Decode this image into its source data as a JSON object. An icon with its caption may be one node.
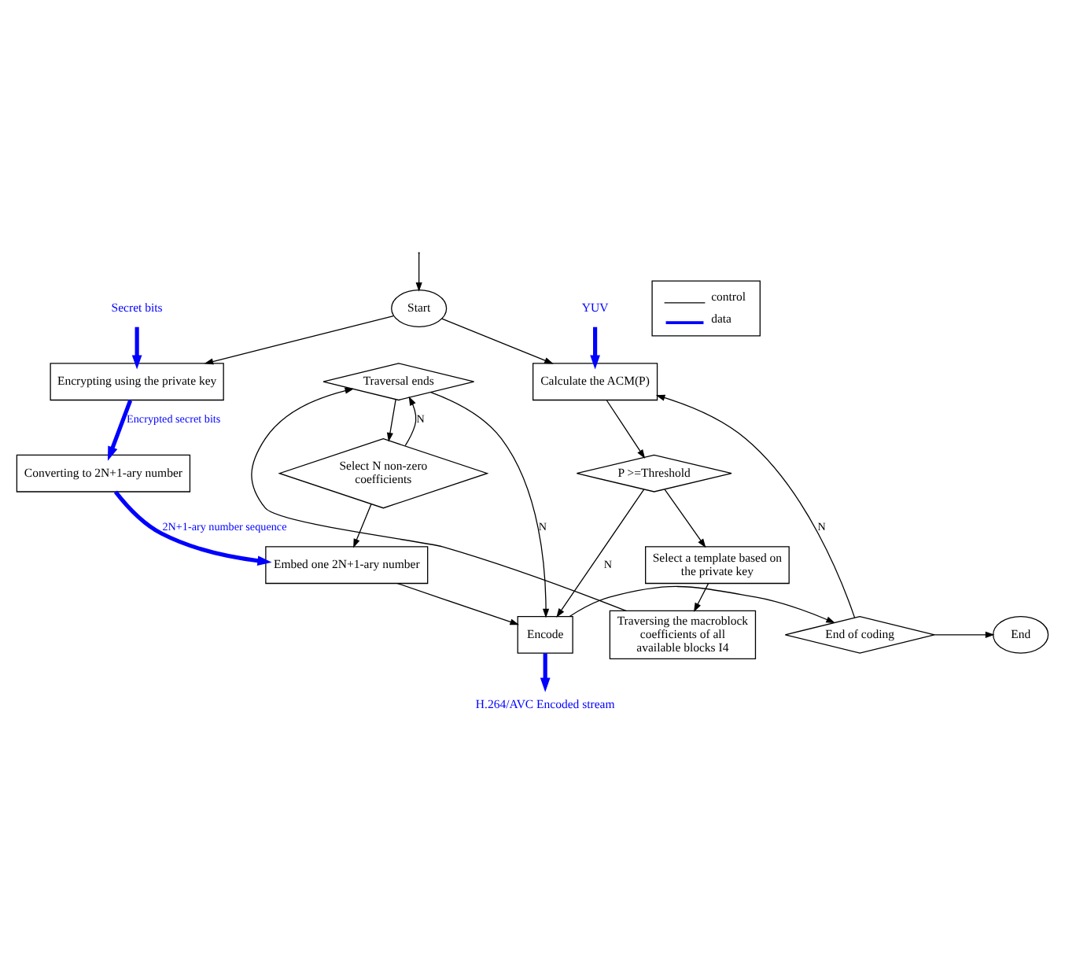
{
  "diagram": {
    "nodes": [
      {
        "text": [
          "Start"
        ]
      },
      {
        "text": [
          "Calculate the ACM(P)"
        ]
      },
      {
        "text": [
          "Encrypting using the private key"
        ]
      },
      {
        "text": [
          "P >=Threshold"
        ]
      },
      {
        "text": [
          "Converting to 2N+1-ary number"
        ]
      },
      {
        "text": [
          "Select a template based on the private key"
        ]
      },
      {
        "text": [
          "Traversal ends"
        ]
      },
      {
        "text": [
          "Traversing the macroblock coefficients of all available blocks I4"
        ]
      },
      {
        "text": [
          "Select N non-zero coefficients"
        ]
      },
      {
        "text": [
          "Embed one 2N+1-ary number"
        ]
      },
      {
        "text": [
          "End"
        ]
      },
      {
        "text": [
          "Encode"
        ]
      },
      {
        "text": [
          "End of coding"
        ]
      },
      {
        "text": [
          "YUV"
        ]
      },
      {
        "text": [
          "Secret bits"
        ]
      },
      {
        "text": [
          "H.264/AVC Encoded stream"
        ]
      }
    ],
    "edges": [
      {
        "from": null,
        "to": 0,
        "arrow": "to"
      },
      {
        "from": 0,
        "to": 1,
        "arrow": "to"
      },
      {
        "from": 0,
        "to": 2,
        "arrow": "to"
      },
      {
        "from": 13,
        "to": 1,
        "arrow": "to",
        "style": "thick",
        "color": "#0000ff"
      },
      {
        "from": 14,
        "to": 2,
        "arrow": "to",
        "style": "thick",
        "color": "#0000ff"
      },
      {
        "from": 2,
        "to": 4,
        "arrow": "to",
        "label": "Encrypted secret bits",
        "style": "thick",
        "color": "#0000ff"
      },
      {
        "from": 1,
        "to": 3,
        "arrow": "to"
      },
      {
        "from": 3,
        "to": 5,
        "arrow": "to"
      },
      {
        "from": 3,
        "to": 11,
        "arrow": "to",
        "label": "N"
      },
      {
        "from": 5,
        "to": 7,
        "arrow": "to"
      },
      {
        "from": 7,
        "to": 6,
        "arrow": "to"
      },
      {
        "from": 6,
        "to": 8,
        "arrow": "to"
      },
      {
        "from": 6,
        "to": 11,
        "arrow": "to",
        "label": "N"
      },
      {
        "from": 8,
        "to": 6,
        "arrow": "to",
        "label": "N"
      },
      {
        "from": 8,
        "to": 9,
        "arrow": "to"
      },
      {
        "from": 4,
        "to": 9,
        "arrow": "to",
        "label": "2N+1-ary number sequence",
        "style": "thick",
        "color": "#0000ff"
      },
      {
        "from": 9,
        "to": 11,
        "arrow": "to"
      },
      {
        "from": 11,
        "to": 12,
        "arrow": "to"
      },
      {
        "from": 12,
        "to": 10,
        "arrow": "to"
      },
      {
        "from": 12,
        "to": 1,
        "arrow": "to",
        "label": "N"
      },
      {
        "from": 11,
        "to": 15,
        "arrow": "to",
        "style": "thick",
        "color": "#0000ff"
      }
    ],
    "legend": [
      {
        "text": "control"
      },
      {
        "text": "data"
      }
    ]
  }
}
